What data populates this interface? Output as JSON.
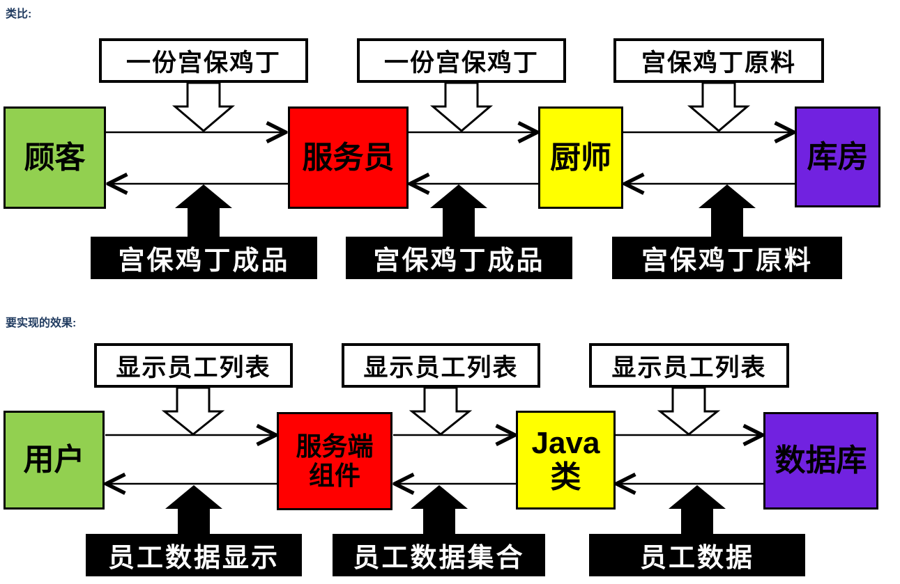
{
  "page": {
    "section1_title": "类比:",
    "section2_title": "要实现的效果:"
  },
  "colors": {
    "green": "#92D050",
    "red": "#FF0000",
    "yellow": "#FFFF00",
    "purple": "#7122E0",
    "heading": "#1F3A5F",
    "arrow": "#000000"
  },
  "analogy": {
    "nodes": [
      {
        "label": "顾客",
        "color_key": "green"
      },
      {
        "label": "服务员",
        "color_key": "red"
      },
      {
        "label": "厨师",
        "color_key": "yellow"
      },
      {
        "label": "库房",
        "color_key": "purple"
      }
    ],
    "request_labels": [
      "一份宫保鸡丁",
      "一份宫保鸡丁",
      "宫保鸡丁原料"
    ],
    "response_labels": [
      "宫保鸡丁成品",
      "宫保鸡丁成品",
      "宫保鸡丁原料"
    ]
  },
  "implementation": {
    "nodes": [
      {
        "label": "用户",
        "color_key": "green"
      },
      {
        "label": "服务端\n组件",
        "color_key": "red"
      },
      {
        "label": "Java\n类",
        "color_key": "yellow"
      },
      {
        "label": "数据库",
        "color_key": "purple"
      }
    ],
    "request_labels": [
      "显示员工列表",
      "显示员工列表",
      "显示员工列表"
    ],
    "response_labels": [
      "员工数据显示",
      "员工数据集合",
      "员工数据"
    ]
  }
}
